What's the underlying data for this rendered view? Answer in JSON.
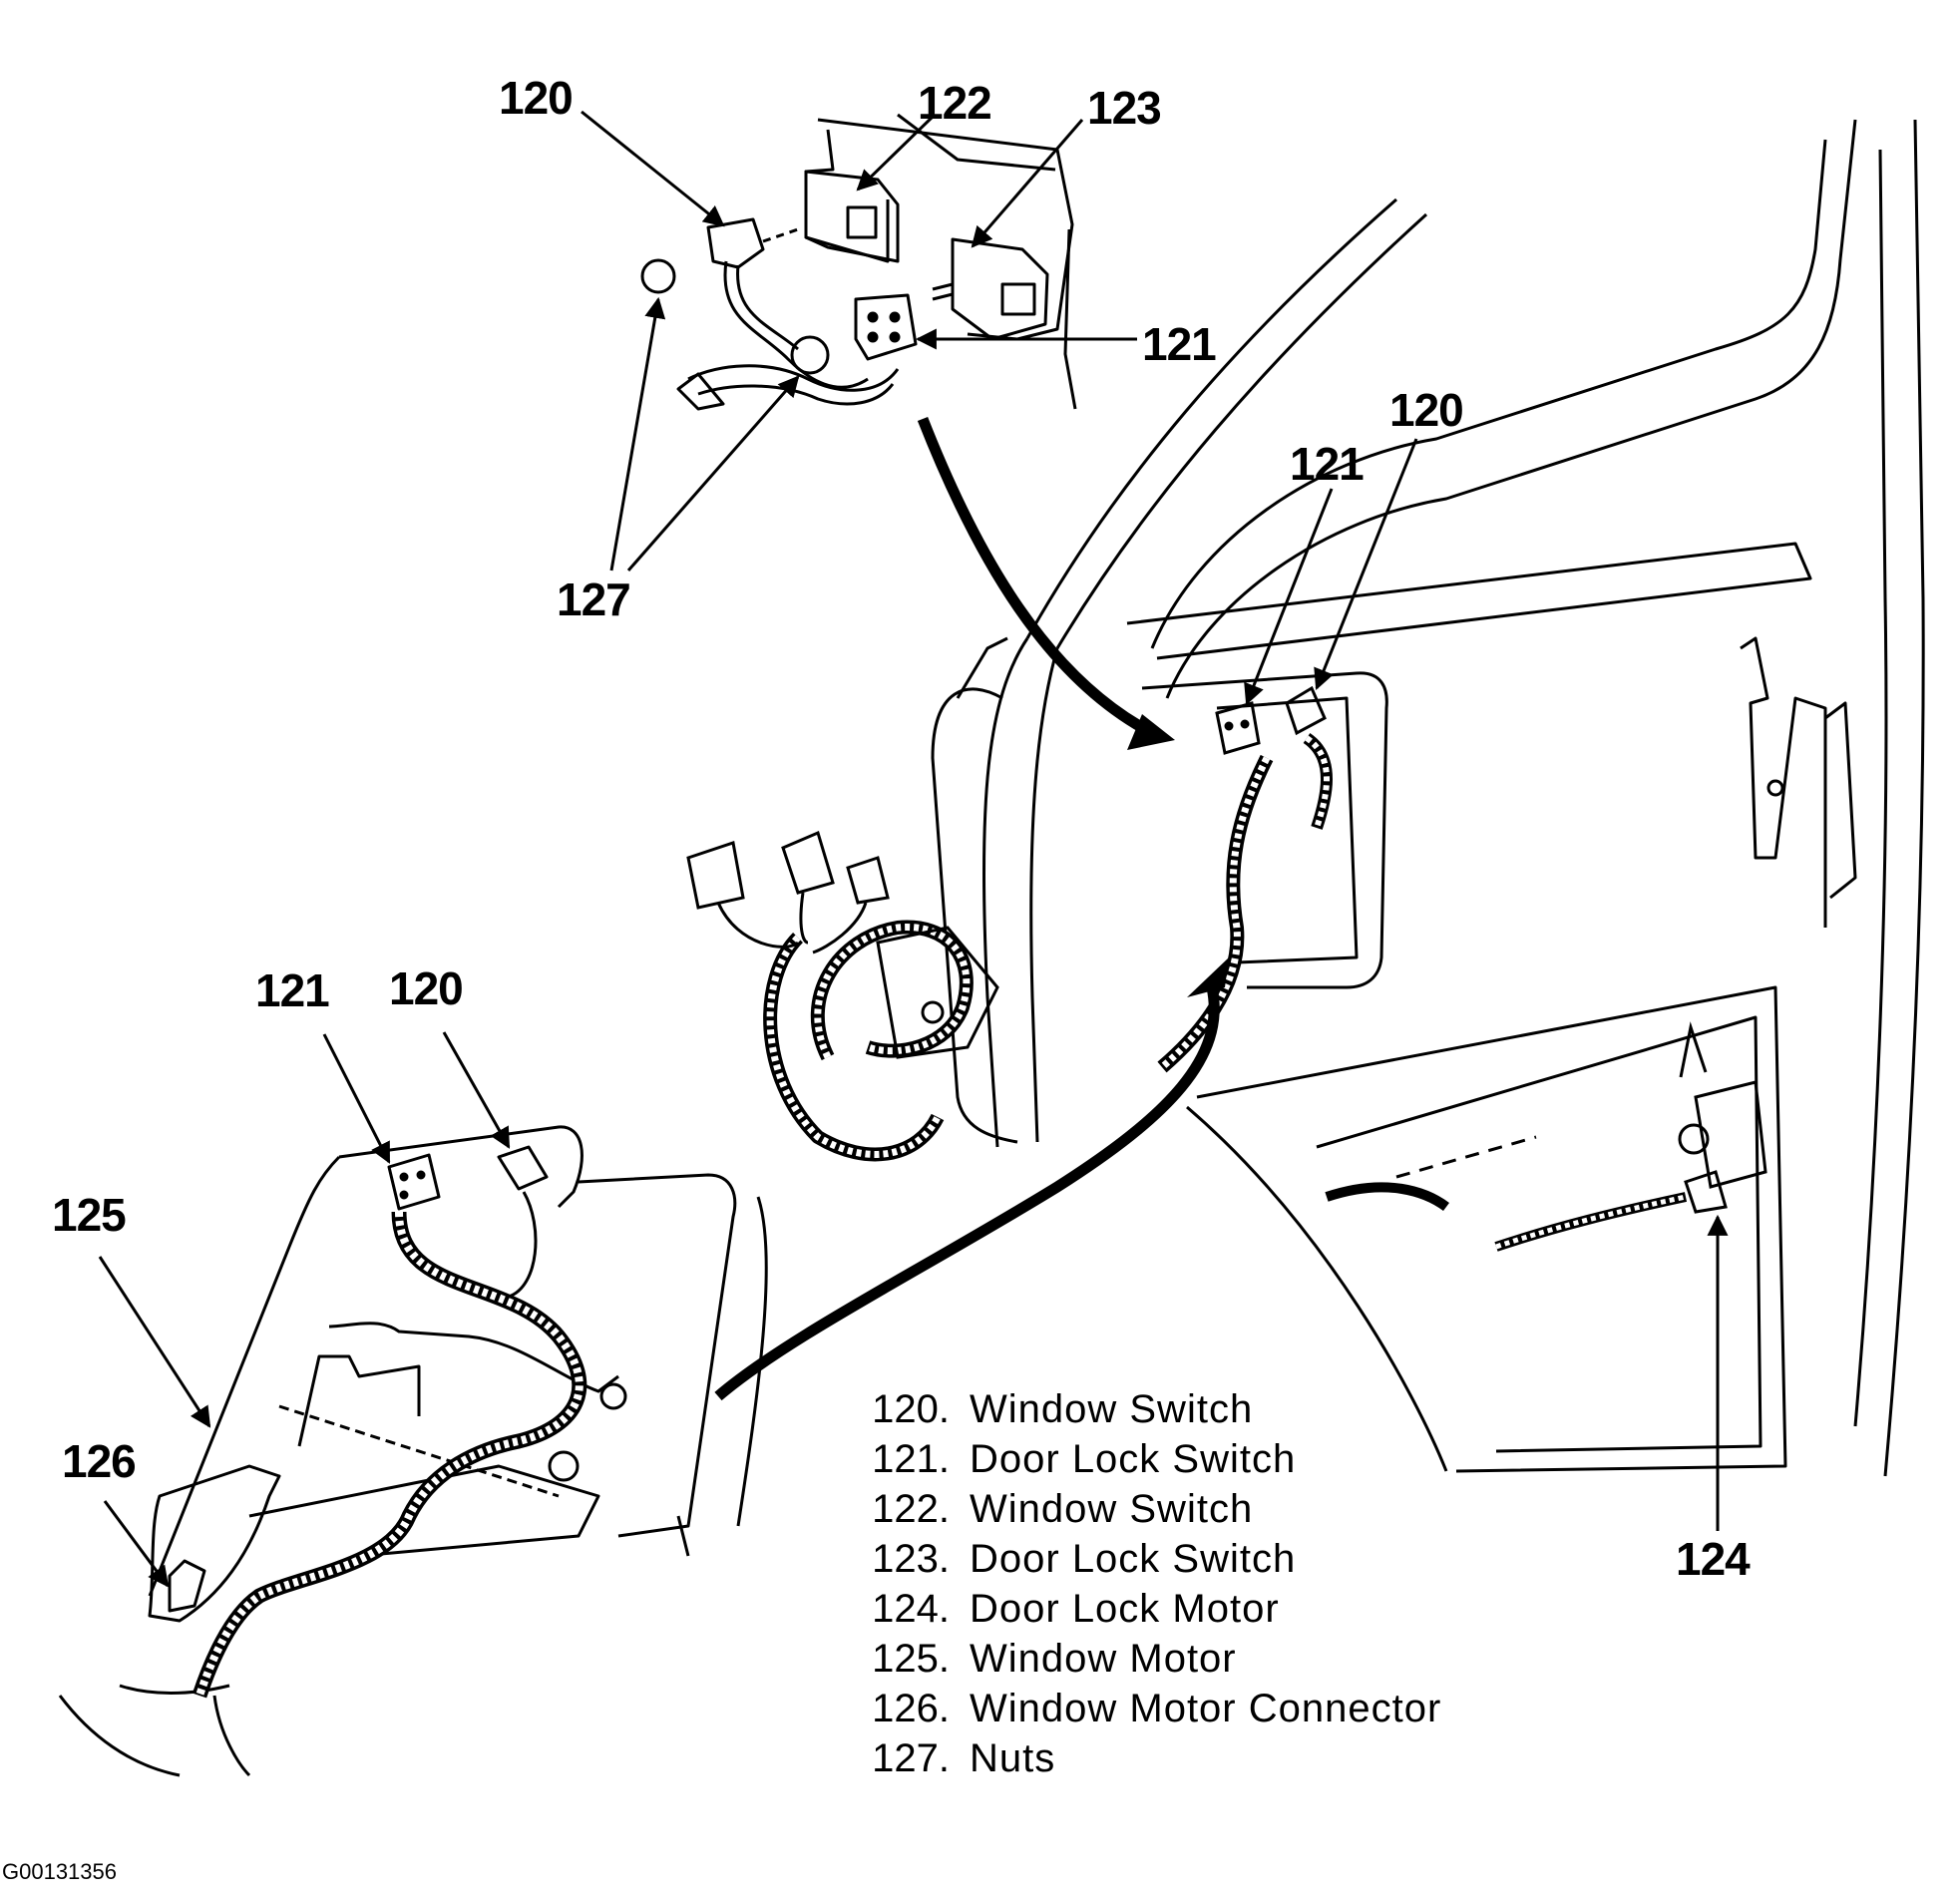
{
  "callouts": {
    "top_120": "120",
    "top_122": "122",
    "top_123": "123",
    "top_121": "121",
    "top_127": "127",
    "door_121": "121",
    "door_120": "120",
    "inset_121": "121",
    "inset_120": "120",
    "inset_125": "125",
    "inset_126": "126",
    "door_124": "124"
  },
  "legend": [
    {
      "num": "120.",
      "label": "Window Switch"
    },
    {
      "num": "121.",
      "label": "Door Lock Switch"
    },
    {
      "num": "122.",
      "label": "Window Switch"
    },
    {
      "num": "123.",
      "label": "Door Lock Switch"
    },
    {
      "num": "124.",
      "label": "Door Lock Motor"
    },
    {
      "num": "125.",
      "label": "Window Motor"
    },
    {
      "num": "126.",
      "label": "Window Motor Connector"
    },
    {
      "num": "127.",
      "label": "Nuts"
    }
  ],
  "figure_id": "G00131356",
  "colors": {
    "ink": "#000000",
    "paper": "#ffffff"
  }
}
